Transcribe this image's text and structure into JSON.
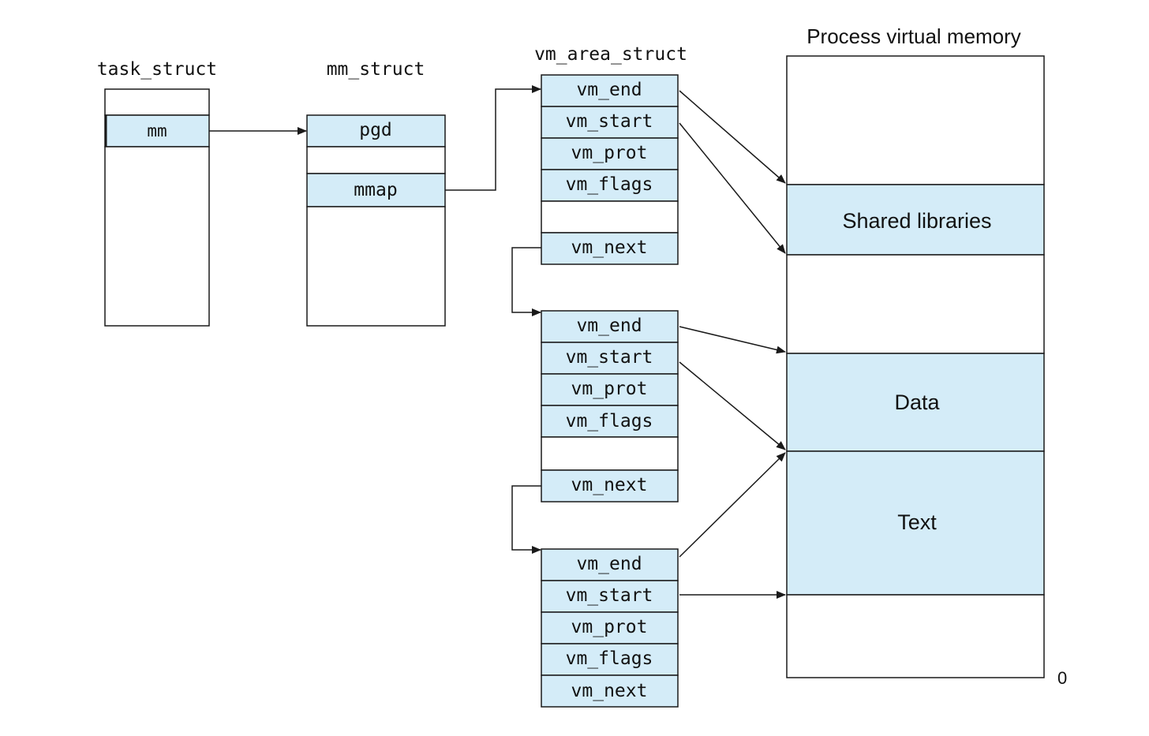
{
  "colors": {
    "fill_highlight": "#d4ecf8",
    "fill_plain": "#ffffff",
    "stroke": "#1a1a1a",
    "text": "#111111"
  },
  "task_struct": {
    "title": "task_struct",
    "fields": [
      "",
      "mm",
      ""
    ]
  },
  "mm_struct": {
    "title": "mm_struct",
    "fields": [
      "pgd",
      "",
      "mmap",
      ""
    ]
  },
  "vm_area_struct": {
    "title": "vm_area_struct",
    "blocks": [
      {
        "fields": [
          "vm_end",
          "vm_start",
          "vm_prot",
          "vm_flags",
          "",
          "vm_next"
        ]
      },
      {
        "fields": [
          "vm_end",
          "vm_start",
          "vm_prot",
          "vm_flags",
          "",
          "vm_next"
        ]
      },
      {
        "fields": [
          "vm_end",
          "vm_start",
          "vm_prot",
          "vm_flags",
          "vm_next"
        ]
      }
    ]
  },
  "process_memory": {
    "title": "Process virtual memory",
    "segments": [
      "",
      "Shared libraries",
      "",
      "Data",
      "Text",
      ""
    ],
    "bottom_label": "0"
  }
}
